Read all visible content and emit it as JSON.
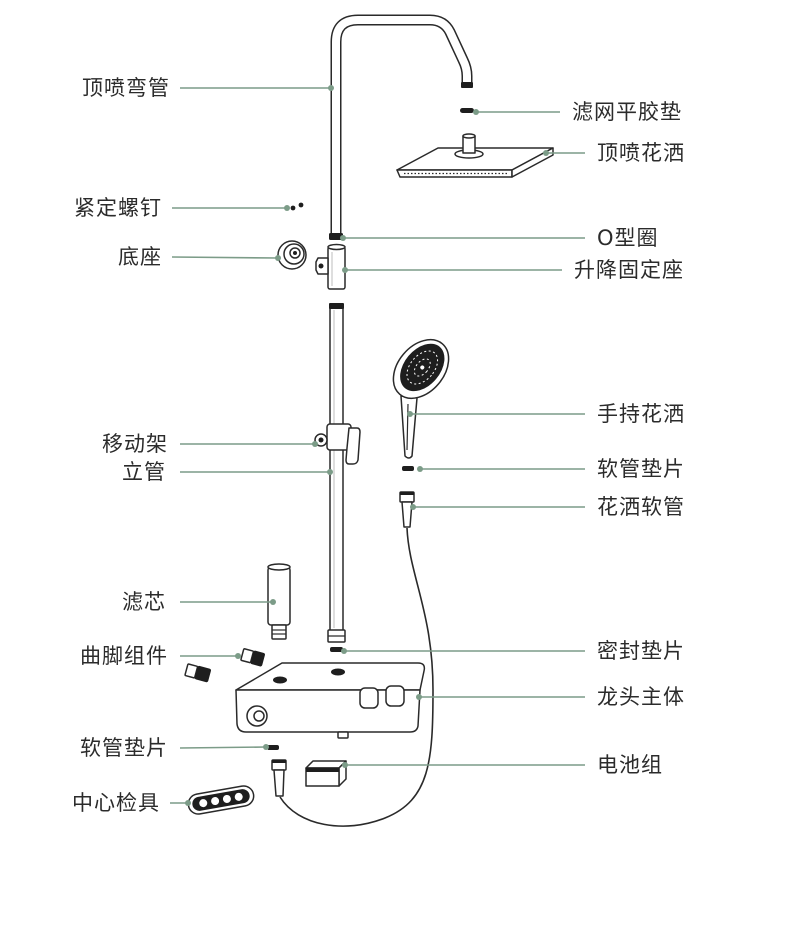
{
  "diagram": {
    "labels": {
      "top_elbow_pipe": "顶喷弯管",
      "set_screw": "紧定螺钉",
      "base": "底座",
      "sliding_bracket": "移动架",
      "riser_pipe": "立管",
      "filter_cartridge": "滤芯",
      "curved_foot_assembly": "曲脚组件",
      "hose_gasket_left": "软管垫片",
      "center_gauge": "中心检具",
      "filter_flat_gasket": "滤网平胶垫",
      "top_shower_head": "顶喷花洒",
      "o_ring": "O型圈",
      "lift_fixing_seat": "升降固定座",
      "handheld_shower": "手持花洒",
      "hose_gasket_right": "软管垫片",
      "shower_hose": "花洒软管",
      "sealing_gasket": "密封垫片",
      "faucet_body": "龙头主体",
      "battery_pack": "电池组"
    }
  },
  "colors": {
    "leader_line": "#7c9c88",
    "part_outline": "#2a2a2a",
    "part_dark": "#1e1e1e",
    "label_text": "#2b2b2b",
    "background": "#ffffff"
  }
}
